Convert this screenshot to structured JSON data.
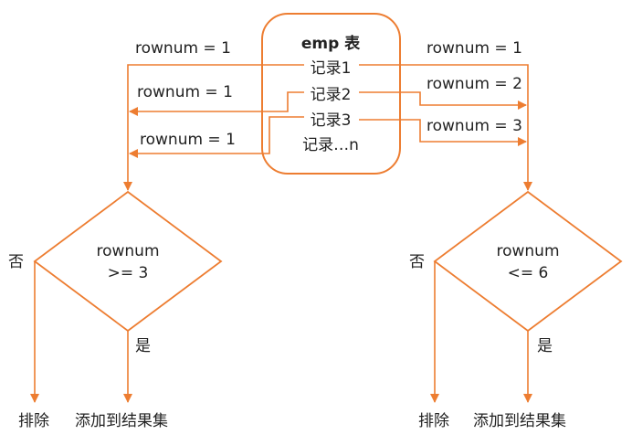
{
  "colors": {
    "accent": "#ED7D31",
    "text": "#222222",
    "background": "#FFFFFF"
  },
  "table": {
    "title": "emp 表",
    "records": [
      "记录1",
      "记录2",
      "记录3",
      "记录…n"
    ]
  },
  "left_flow": {
    "rownum_labels": [
      "rownum = 1",
      "rownum = 1",
      "rownum = 1"
    ],
    "decision": {
      "line1": "rownum",
      "line2": ">= 3",
      "no_label": "否",
      "yes_label": "是"
    },
    "outcomes": {
      "exclude": "排除",
      "add": "添加到结果集"
    }
  },
  "right_flow": {
    "rownum_labels": [
      "rownum = 1",
      "rownum = 2",
      "rownum = 3"
    ],
    "decision": {
      "line1": "rownum",
      "line2": "<= 6",
      "no_label": "否",
      "yes_label": "是"
    },
    "outcomes": {
      "exclude": "排除",
      "add": "添加到结果集"
    }
  }
}
